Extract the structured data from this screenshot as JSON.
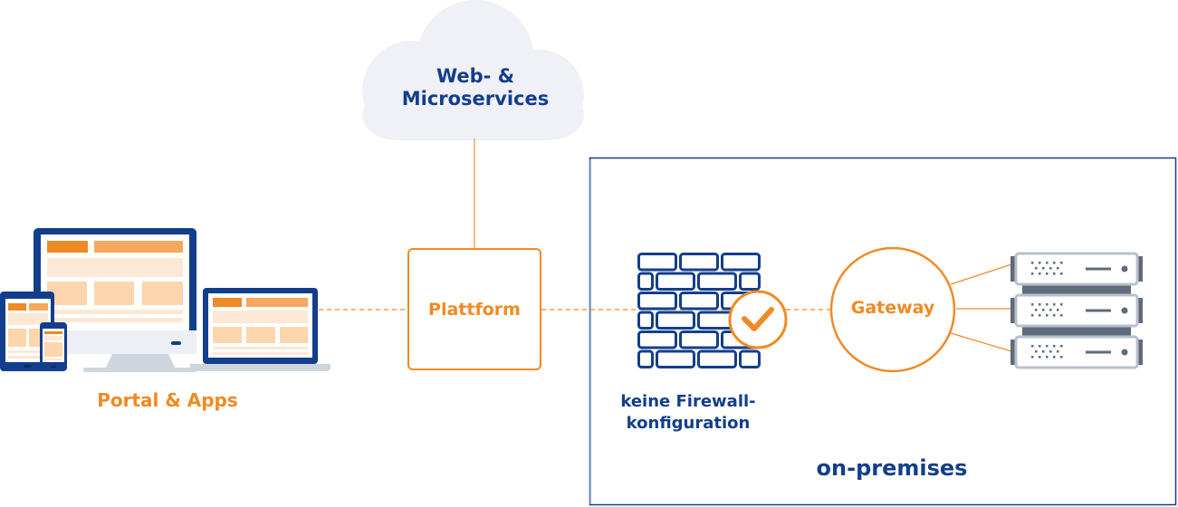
{
  "colors": {
    "orange": "#f08a24",
    "orange_light": "#f5a85e",
    "peach": "#fcd5ad",
    "peach_light": "#fde8d5",
    "navy": "#133e8c",
    "cloud": "#eff1f6",
    "gray": "#cfd5de",
    "slate": "#5f6b7a",
    "box_border": "#7f98c9"
  },
  "cloud": {
    "line1": "Web- &",
    "line2": "Microservices"
  },
  "devices": {
    "label": "Portal & Apps"
  },
  "platform": {
    "label": "Plattform"
  },
  "firewall": {
    "line1": "keine Firewall-",
    "line2": "konfiguration",
    "icon": "brick-wall-icon",
    "badge_icon": "checkmark-icon"
  },
  "gateway": {
    "label": "Gateway"
  },
  "servers": {
    "count": 3,
    "icon": "server-rack-icon"
  },
  "onprem": {
    "label": "on-premises"
  }
}
